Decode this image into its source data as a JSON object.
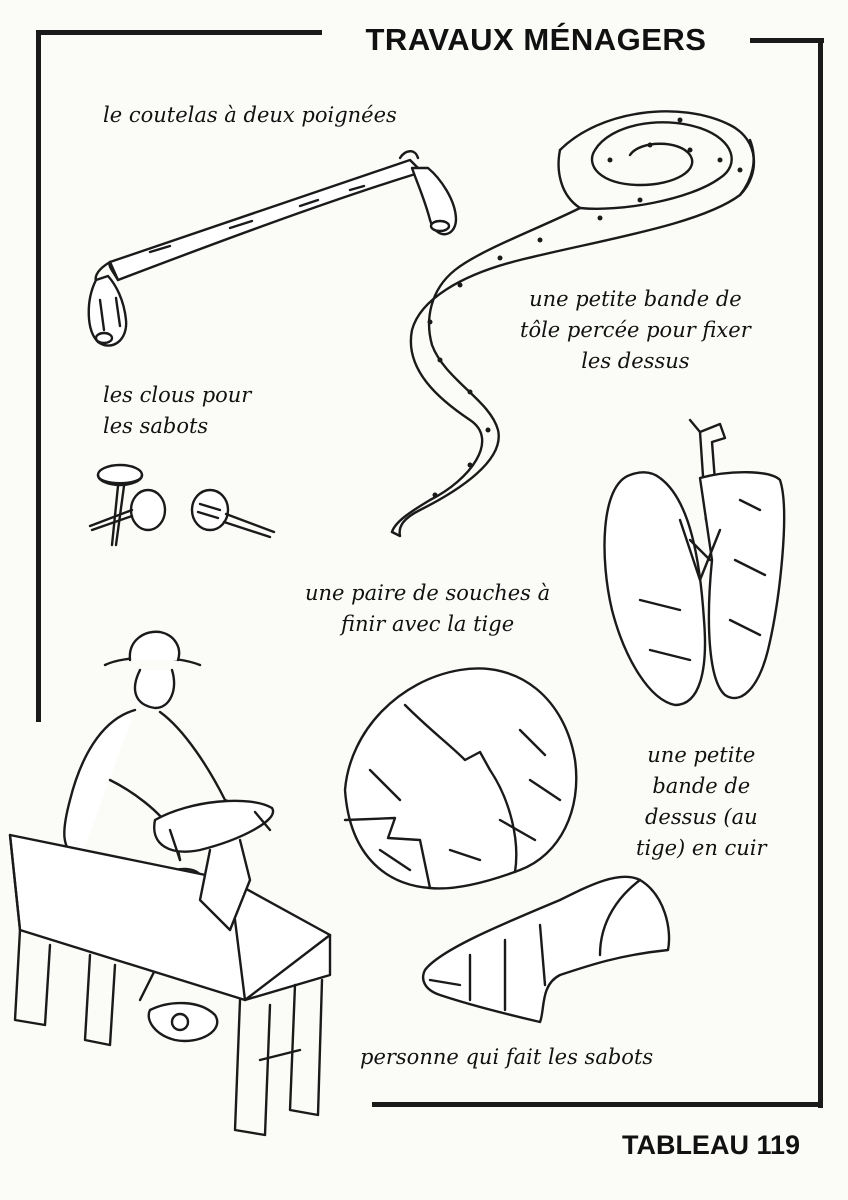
{
  "title": "TRAVAUX MÉNAGERS",
  "footer": "TABLEAU 119",
  "labels": {
    "drawknife": [
      "le coutelas à deux poignées"
    ],
    "strip": [
      "une petite bande de",
      "tôle percée pour fixer",
      "les dessus"
    ],
    "nails": [
      "les clous pour",
      "les sabots"
    ],
    "stumps": [
      "une paire de souches à",
      "finir avec la tige"
    ],
    "leather": [
      "une petite",
      "bande de",
      "dessus (au",
      "tige) en cuir"
    ],
    "maker": [
      "personne qui fait les sabots"
    ]
  }
}
